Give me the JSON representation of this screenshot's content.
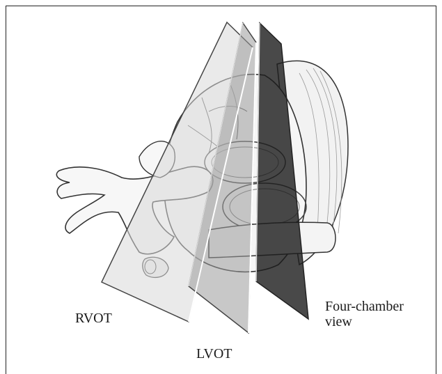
{
  "labels": {
    "rvot": "RVOT",
    "lvot": "LVOT",
    "four_chamber": "Four-chamber\nview"
  },
  "colors": {
    "plane_rvot": "#d8d8d8",
    "plane_lvot": "#9a9a9a",
    "plane_four_chamber": "#1c1c1c",
    "heart_fill": "#f4f4f4",
    "outline": "#333333"
  }
}
